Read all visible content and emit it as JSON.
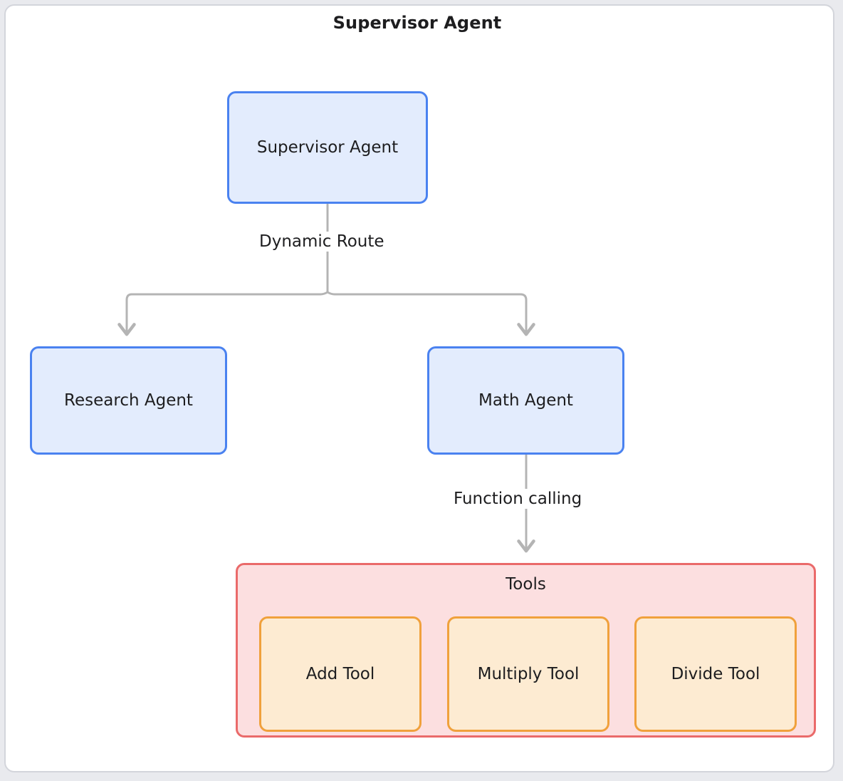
{
  "diagram": {
    "title": "Supervisor Agent",
    "type": "flowchart",
    "direction": "top-down",
    "nodes": [
      {
        "id": "supervisor",
        "label": "Supervisor Agent",
        "shape": "rounded-rect",
        "fill": "#e3ecfd",
        "stroke": "#4a82f0"
      },
      {
        "id": "research",
        "label": "Research Agent",
        "shape": "rounded-rect",
        "fill": "#e3ecfd",
        "stroke": "#4a82f0"
      },
      {
        "id": "math",
        "label": "Math Agent",
        "shape": "rounded-rect",
        "fill": "#e3ecfd",
        "stroke": "#4a82f0"
      },
      {
        "id": "add_tool",
        "label": "Add Tool",
        "shape": "rounded-rect",
        "fill": "#fdebd2",
        "stroke": "#f0a13c"
      },
      {
        "id": "multiply_tool",
        "label": "Multiply Tool",
        "shape": "rounded-rect",
        "fill": "#fdebd2",
        "stroke": "#f0a13c"
      },
      {
        "id": "divide_tool",
        "label": "Divide Tool",
        "shape": "rounded-rect",
        "fill": "#fdebd2",
        "stroke": "#f0a13c"
      }
    ],
    "clusters": [
      {
        "id": "tools",
        "label": "Tools",
        "fill": "#fcdfe0",
        "stroke": "#ea6a6a",
        "members": [
          "add_tool",
          "multiply_tool",
          "divide_tool"
        ]
      }
    ],
    "edges": [
      {
        "from": "supervisor",
        "to": "research",
        "label": "Dynamic Route",
        "arrow": "open",
        "stroke": "#b4b4b4"
      },
      {
        "from": "supervisor",
        "to": "math",
        "label": "Dynamic Route",
        "arrow": "open",
        "stroke": "#b4b4b4"
      },
      {
        "from": "math",
        "to": "tools",
        "label": "Function calling",
        "arrow": "open",
        "stroke": "#b4b4b4"
      }
    ],
    "edge_labels": {
      "dynamic_route": "Dynamic Route",
      "function_calling": "Function calling"
    },
    "colors": {
      "page_background": "#e9eaee",
      "frame_background": "#ffffff",
      "frame_border": "#d3d5db",
      "agent_fill": "#e3ecfd",
      "agent_stroke": "#4a82f0",
      "tools_cluster_fill": "#fcdfe0",
      "tools_cluster_stroke": "#ea6a6a",
      "tool_fill": "#fdebd2",
      "tool_stroke": "#f0a13c",
      "edge_stroke": "#b4b4b4",
      "text": "#1d1d1f"
    }
  }
}
